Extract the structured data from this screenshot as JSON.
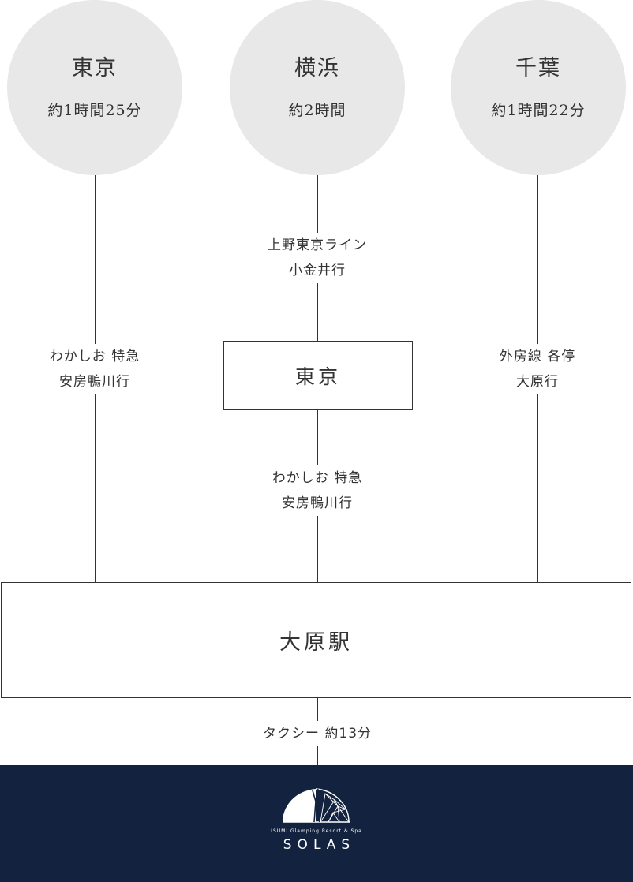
{
  "origins": [
    {
      "city": "東京",
      "time": "約1時間25分"
    },
    {
      "city": "横浜",
      "time": "約2時間"
    },
    {
      "city": "千葉",
      "time": "約1時間22分"
    }
  ],
  "routes": {
    "left": [
      "わかしお 特急",
      "安房鴨川行"
    ],
    "mid_upper": [
      "上野東京ライン",
      "小金井行"
    ],
    "mid_lower": [
      "わかしお 特急",
      "安房鴨川行"
    ],
    "right": [
      "外房線 各停",
      "大原行"
    ],
    "taxi": "タクシー 約13分"
  },
  "transfer_station": "東京",
  "destination_station": "大原駅",
  "footer": {
    "tagline": "ISUMI Glamping Resort & Spa",
    "brand": "SOLAS",
    "background": "#13233f"
  }
}
